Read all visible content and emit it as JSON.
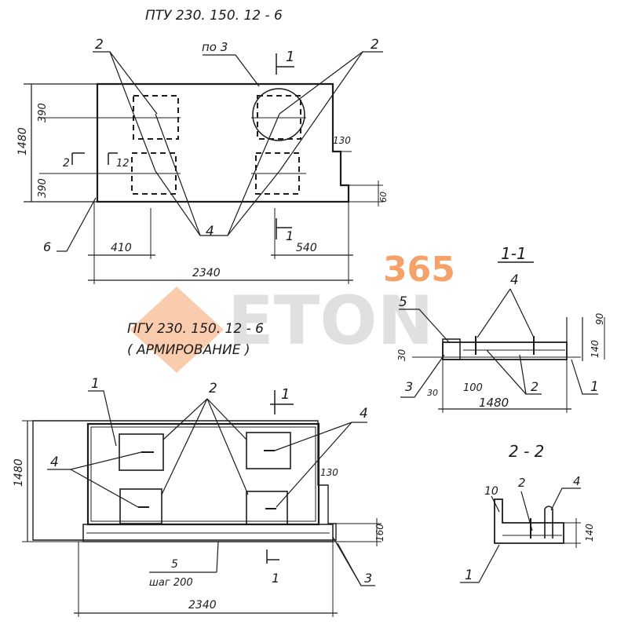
{
  "colors": {
    "ink": "#1c1c1c",
    "paper": "#ffffff",
    "watermark_orange": "#f4a26a",
    "watermark_gray": "#d6d6d6"
  },
  "watermark": {
    "number": "365",
    "word": "ETON"
  },
  "top": {
    "title": "ПТУ 230. 150. 12 - 6",
    "labels": {
      "pos3": "по 3",
      "sec1": "1",
      "sec2": "2",
      "sec2b": "12",
      "callout2": "2",
      "callout4": "4",
      "callout6": "6"
    },
    "dims": {
      "d1480": "1480",
      "d390a": "390",
      "d390b": "390",
      "d130": "130",
      "d60": "60",
      "d410": "410",
      "d540": "540",
      "d2340": "2340"
    }
  },
  "bottom": {
    "title": "ПГУ 230. 150. 12 - 6",
    "subtitle": "( АРМИРОВАНИЕ )",
    "labels": {
      "c1": "1",
      "c2": "2",
      "c3": "3",
      "c4": "4",
      "c5": "5",
      "step": "шаг 200",
      "sec1": "1"
    },
    "dims": {
      "d1480": "1480",
      "d130": "130",
      "d160": "160",
      "d2340": "2340"
    }
  },
  "section11": {
    "title": "1-1",
    "labels": {
      "c1": "1",
      "c2": "2",
      "c3": "3",
      "c4": "4",
      "c5": "5"
    },
    "dims": {
      "d30a": "30",
      "d30b": "30",
      "d100": "100",
      "d1480": "1480",
      "d140": "140",
      "d90": "90"
    }
  },
  "section22": {
    "title": "2 - 2",
    "labels": {
      "c1": "1",
      "c2": "2",
      "c4": "4",
      "c10": "10"
    },
    "dims": {
      "d140": "140"
    }
  }
}
